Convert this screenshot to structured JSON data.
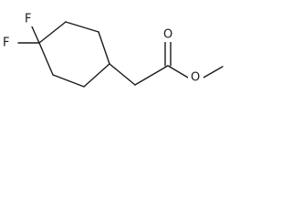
{
  "molecule": {
    "atoms": {
      "f1": "F",
      "f2": "F",
      "o_carbonyl": "O",
      "o_ester": "O"
    }
  }
}
